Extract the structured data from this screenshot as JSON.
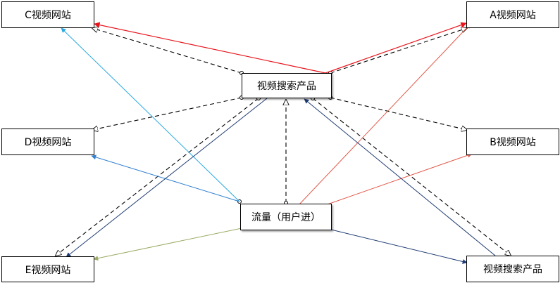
{
  "nodes": {
    "c_site": "C视频网站",
    "a_site": "A视频网站",
    "d_site": "D视频网站",
    "b_site": "B视频网站",
    "e_site": "E视频网站",
    "search_center": "视频搜索产品",
    "search_bottom_right": "视频搜索产品",
    "traffic": "流量（用户进）"
  },
  "edge_colors": {
    "red": "#e8141b",
    "light_red": "#e05a4b",
    "light_blue": "#29a8e0",
    "blue": "#2f7fcf",
    "navy": "#1f3b73",
    "olive": "#9aab63",
    "dashed": "#000000"
  }
}
